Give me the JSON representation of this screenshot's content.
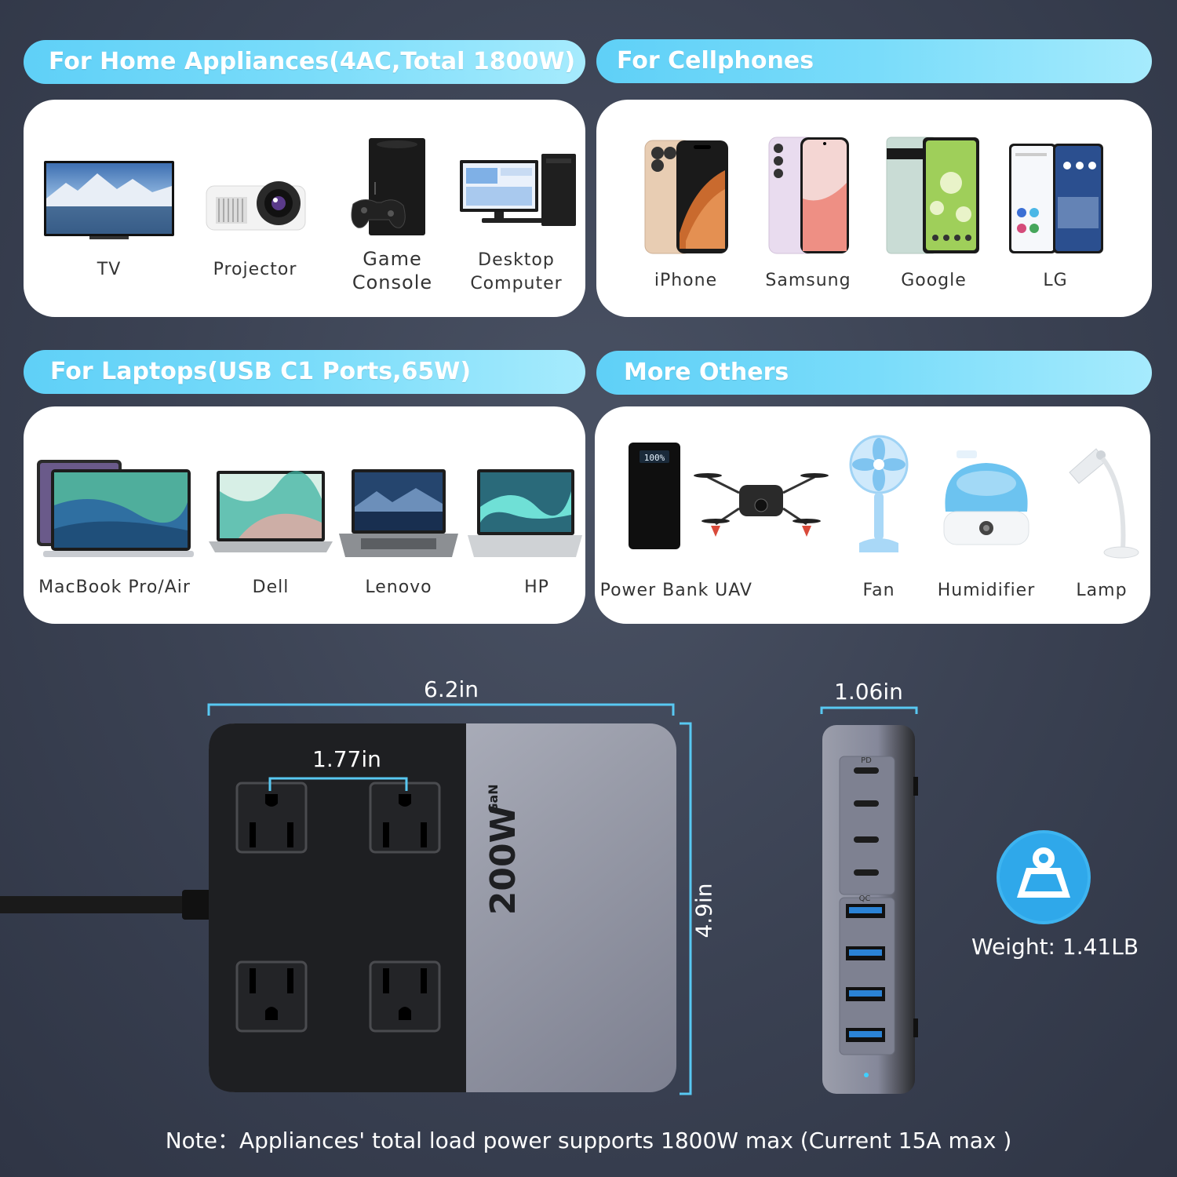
{
  "sections": {
    "home": {
      "title": "For Home Appliances(4AC,Total 1800W)",
      "items": [
        {
          "label": "TV"
        },
        {
          "label": "Projector"
        },
        {
          "label": "Game Console"
        },
        {
          "label": "Desktop Computer"
        }
      ]
    },
    "phones": {
      "title": "For Cellphones",
      "items": [
        {
          "label": "iPhone"
        },
        {
          "label": "Samsung"
        },
        {
          "label": "Google"
        },
        {
          "label": "LG"
        }
      ]
    },
    "laptops": {
      "title": "For Laptops(USB C1 Ports,65W)",
      "items": [
        {
          "label": "MacBook Pro/Air"
        },
        {
          "label": "Dell"
        },
        {
          "label": "Lenovo"
        },
        {
          "label": "HP"
        }
      ]
    },
    "others": {
      "title": "More Others",
      "items": [
        {
          "label": "Power Bank"
        },
        {
          "label": "UAV"
        },
        {
          "label": "Fan"
        },
        {
          "label": "Humidifier"
        },
        {
          "label": "Lamp"
        }
      ]
    }
  },
  "product": {
    "width_label": "6.2in",
    "outlet_spacing_label": "1.77in",
    "height_label": "4.9in",
    "depth_label": "1.06in",
    "power_label": "200W",
    "gan_label": "GaN",
    "pd_label": "PD",
    "qc_label": "QC",
    "power_bank_screen": "100%",
    "weight_label": "Weight: 1.41LB"
  },
  "note": "Note：Appliances' total load power supports 1800W max (Current 15A max )",
  "colors": {
    "banner_start": "#5fd0f7",
    "banner_end": "#a6ebfd",
    "dimension_line": "#58c8f2",
    "weight_icon_bg": "#3db4f0"
  }
}
